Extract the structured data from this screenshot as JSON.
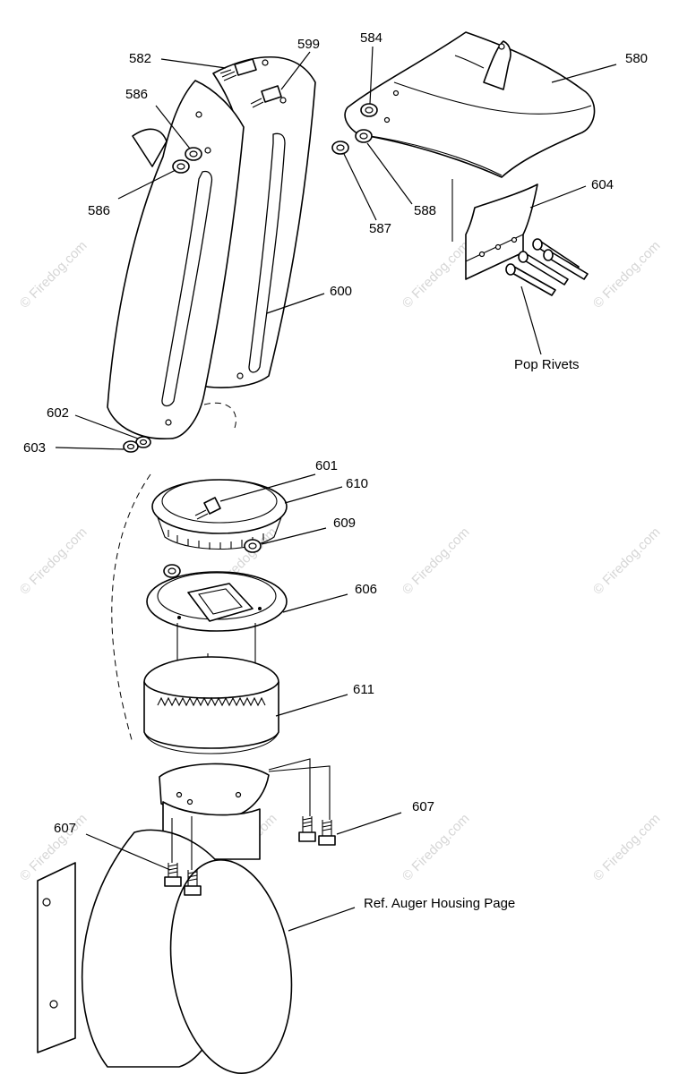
{
  "watermark": "© Firedog.com",
  "callouts": {
    "c582": "582",
    "c599": "599",
    "c584": "584",
    "c580": "580",
    "c586a": "586",
    "c586b": "586",
    "c588": "588",
    "c587": "587",
    "c604": "604",
    "c600": "600",
    "c602": "602",
    "c603": "603",
    "c601": "601",
    "c610": "610",
    "c609": "609",
    "c606": "606",
    "c611": "611",
    "c607a": "607",
    "c607b": "607"
  },
  "notes": {
    "pop_rivets": "Pop Rivets",
    "ref_auger": "Ref. Auger Housing Page"
  }
}
